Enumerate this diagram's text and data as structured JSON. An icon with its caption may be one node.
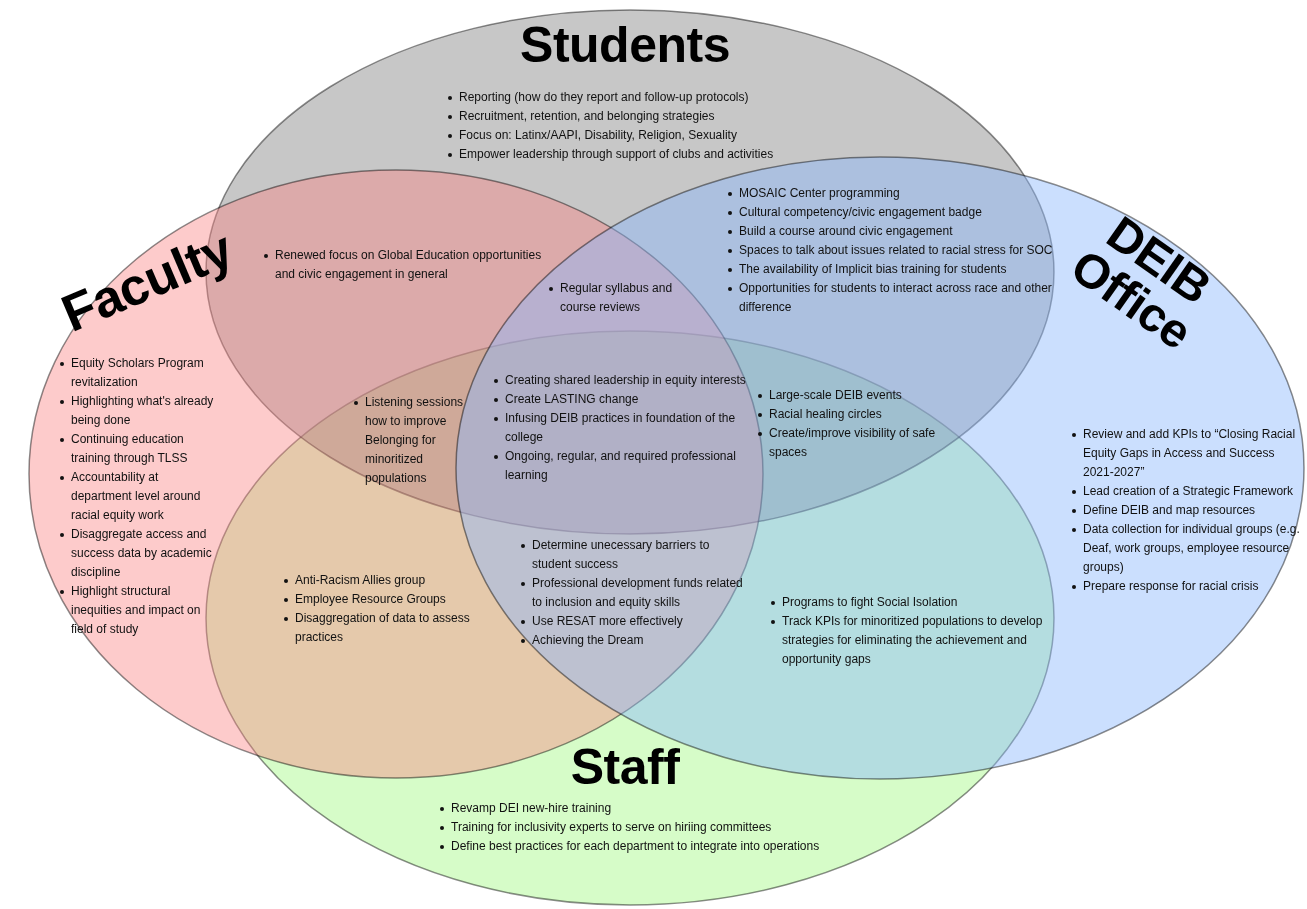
{
  "diagram": {
    "nodes": [
      {
        "text": [
          "Students",
          "Reporting (how do they report and follow-up protocols)",
          "Recruitment, retention, and belonging strategies",
          "Focus on: Latinx/AAPI, Disability, Religion, Sexuality",
          "Empower leadership through support of clubs and activities"
        ]
      },
      {
        "text": [
          "Faculty",
          "Equity Scholars Program revitalization",
          "Highlighting what's already being done",
          "Continuing education training through TLSS",
          "Accountability at department level around racial equity work",
          "Disaggregate access and success data by academic discipline",
          "Highlight structural inequities and impact on field of study"
        ]
      },
      {
        "text": [
          "DEIB Office",
          "Review and add KPIs to “Closing Racial Equity Gaps in Access and Success 2021-2027”",
          "Lead creation of a Strategic Framework",
          "Define DEIB and map resources",
          "Data collection for individual groups (e.g. Deaf, work groups, employee resource groups)",
          "Prepare response for racial crisis"
        ]
      },
      {
        "text": [
          "Staff",
          "Revamp DEI new-hire training",
          "Training for inclusivity experts to serve on hiriing committees",
          "Define best practices for each department to integrate into operations"
        ]
      }
    ],
    "labels": [
      "Renewed focus on Global Education opportunities and civic engagement in general",
      "Regular syllabus and course reviews",
      "MOSAIC Center programming",
      "Cultural competency/civic engagement badge",
      "Build a course around civic engagement",
      "Spaces to talk about issues related to racial stress for SOC",
      "The availability of Implicit bias training for students",
      "Opportunities for students to interact  across race and other difference",
      "Listening sessions how to improve Belonging for minoritized populations",
      "Creating shared leadership in equity interests",
      "Create LASTING change",
      "Infusing DEIB practices in foundation of the college",
      "Ongoing, regular, and required professional learning",
      "Large-scale DEIB events",
      "Racial healing circles",
      "Create/improve visibility of safe spaces",
      "Anti-Racism Allies group",
      "Employee Resource Groups",
      "Disaggregation of data to assess practices",
      "Determine unecessary barriers to student success",
      "Professional development funds related to inclusion and equity skills",
      "Use RESAT more effectively",
      "Achieving the Dream",
      "Programs to fight Social Isolation",
      "Track KPIs for minoritized populations to develop strategies for eliminating the achievement and opportunity gaps"
    ]
  }
}
